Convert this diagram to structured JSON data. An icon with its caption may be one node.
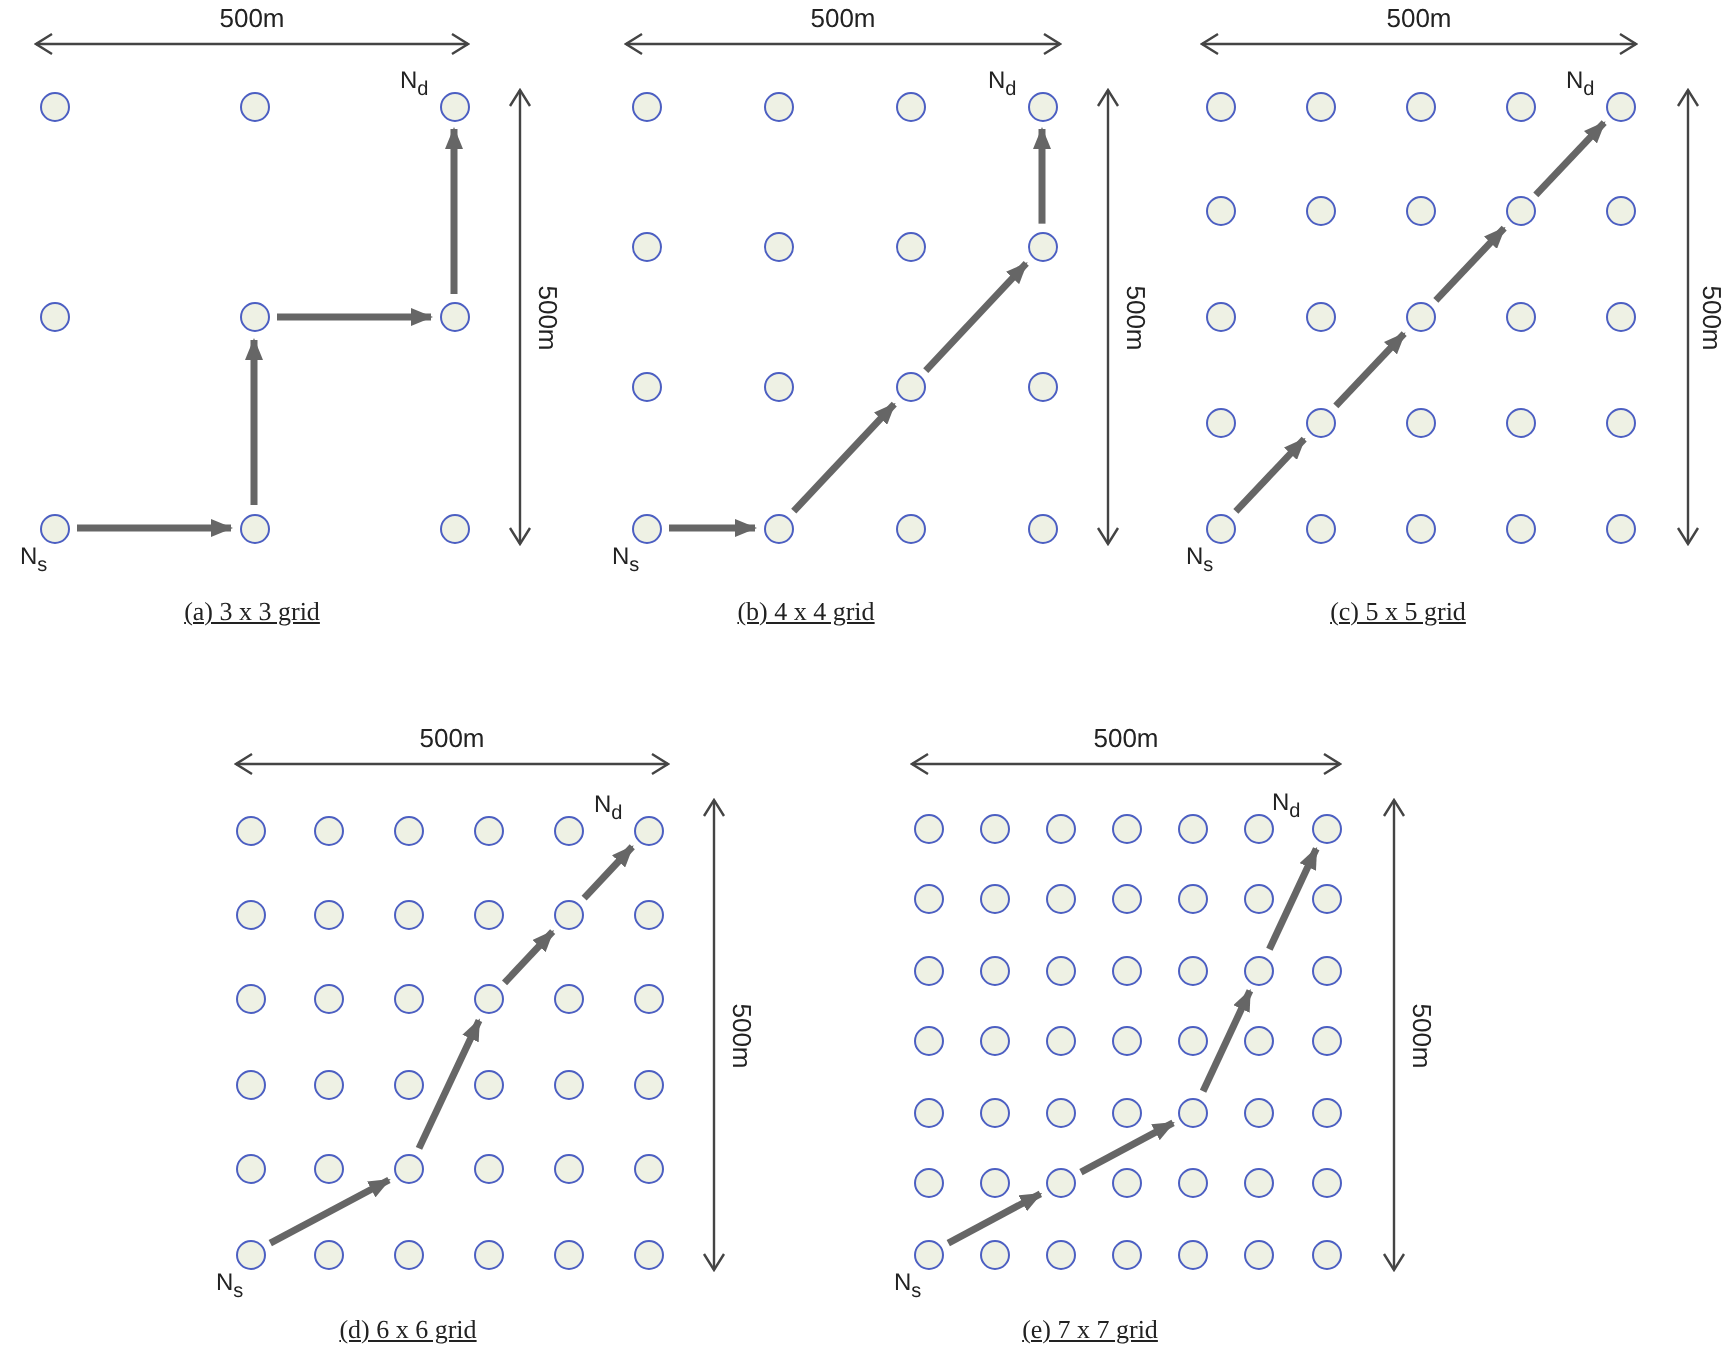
{
  "diagram": {
    "nodes": [
      {
        "text": [],
        "shape": "circle"
      },
      {
        "text": [],
        "shape": "circle"
      },
      {
        "text": [],
        "shape": "circle",
        "beside": [
          "N$_{d}$"
        ]
      },
      {
        "text": [],
        "shape": "circle"
      },
      {
        "text": [],
        "shape": "circle"
      },
      {
        "text": [],
        "shape": "circle"
      },
      {
        "text": [],
        "shape": "circle",
        "beside": [
          "N$_{s}$"
        ]
      },
      {
        "text": [],
        "shape": "circle"
      },
      {
        "text": [],
        "shape": "circle"
      },
      {
        "text": [],
        "shape": "circle"
      },
      {
        "text": [],
        "shape": "circle"
      },
      {
        "text": [],
        "shape": "circle"
      },
      {
        "text": [],
        "shape": "circle",
        "beside": [
          "N$_{d}$"
        ]
      },
      {
        "text": [],
        "shape": "circle"
      },
      {
        "text": [],
        "shape": "circle"
      },
      {
        "text": [],
        "shape": "circle"
      },
      {
        "text": [],
        "shape": "circle"
      },
      {
        "text": [],
        "shape": "circle"
      },
      {
        "text": [],
        "shape": "circle"
      },
      {
        "text": [],
        "shape": "circle"
      },
      {
        "text": [],
        "shape": "circle"
      },
      {
        "text": [],
        "shape": "circle",
        "beside": [
          "N$_{s}$"
        ]
      },
      {
        "text": [],
        "shape": "circle"
      },
      {
        "text": [],
        "shape": "circle"
      },
      {
        "text": [],
        "shape": "circle"
      },
      {
        "text": [],
        "shape": "circle"
      },
      {
        "text": [],
        "shape": "circle"
      },
      {
        "text": [],
        "shape": "circle"
      },
      {
        "text": [],
        "shape": "circle"
      },
      {
        "text": [],
        "shape": "circle",
        "beside": [
          "N$_{d}$"
        ]
      },
      {
        "text": [],
        "shape": "circle"
      },
      {
        "text": [],
        "shape": "circle"
      },
      {
        "text": [],
        "shape": "circle"
      },
      {
        "text": [],
        "shape": "circle"
      },
      {
        "text": [],
        "shape": "circle"
      },
      {
        "text": [],
        "shape": "circle"
      },
      {
        "text": [],
        "shape": "circle"
      },
      {
        "text": [],
        "shape": "circle"
      },
      {
        "text": [],
        "shape": "circle"
      },
      {
        "text": [],
        "shape": "circle"
      },
      {
        "text": [],
        "shape": "circle"
      },
      {
        "text": [],
        "shape": "circle"
      },
      {
        "text": [],
        "shape": "circle"
      },
      {
        "text": [],
        "shape": "circle"
      },
      {
        "text": [],
        "shape": "circle"
      },
      {
        "text": [],
        "shape": "circle",
        "beside": [
          "N$_{s}$"
        ]
      },
      {
        "text": [],
        "shape": "circle"
      },
      {
        "text": [],
        "shape": "circle"
      },
      {
        "text": [],
        "shape": "circle"
      },
      {
        "text": [],
        "shape": "circle"
      },
      {
        "text": [],
        "shape": "circle"
      },
      {
        "text": [],
        "shape": "circle"
      },
      {
        "text": [],
        "shape": "circle"
      },
      {
        "text": [],
        "shape": "circle"
      },
      {
        "text": [],
        "shape": "circle"
      },
      {
        "text": [],
        "shape": "circle",
        "beside": [
          "N$_{d}$"
        ]
      },
      {
        "text": [],
        "shape": "circle"
      },
      {
        "text": [],
        "shape": "circle"
      },
      {
        "text": [],
        "shape": "circle"
      },
      {
        "text": [],
        "shape": "circle"
      },
      {
        "text": [],
        "shape": "circle"
      },
      {
        "text": [],
        "shape": "circle"
      },
      {
        "text": [],
        "shape": "circle"
      },
      {
        "text": [],
        "shape": "circle"
      },
      {
        "text": [],
        "shape": "circle"
      },
      {
        "text": [],
        "shape": "circle"
      },
      {
        "text": [],
        "shape": "circle"
      },
      {
        "text": [],
        "shape": "circle"
      },
      {
        "text": [],
        "shape": "circle"
      },
      {
        "text": [],
        "shape": "circle"
      },
      {
        "text": [],
        "shape": "circle"
      },
      {
        "text": [],
        "shape": "circle"
      },
      {
        "text": [],
        "shape": "circle"
      },
      {
        "text": [],
        "shape": "circle"
      },
      {
        "text": [],
        "shape": "circle"
      },
      {
        "text": [],
        "shape": "circle"
      },
      {
        "text": [],
        "shape": "circle"
      },
      {
        "text": [],
        "shape": "circle"
      },
      {
        "text": [],
        "shape": "circle"
      },
      {
        "text": [],
        "shape": "circle"
      },
      {
        "text": [],
        "shape": "circle",
        "beside": [
          "N$_{s}$"
        ]
      },
      {
        "text": [],
        "shape": "circle"
      },
      {
        "text": [],
        "shape": "circle"
      },
      {
        "text": [],
        "shape": "circle"
      },
      {
        "text": [],
        "shape": "circle"
      },
      {
        "text": [],
        "shape": "circle"
      },
      {
        "text": [],
        "shape": "circle"
      },
      {
        "text": [],
        "shape": "circle"
      },
      {
        "text": [],
        "shape": "circle"
      },
      {
        "text": [],
        "shape": "circle"
      },
      {
        "text": [],
        "shape": "circle"
      },
      {
        "text": [],
        "shape": "circle"
      },
      {
        "text": [],
        "shape": "circle",
        "beside": [
          "N$_{d}$"
        ]
      },
      {
        "text": [],
        "shape": "circle"
      },
      {
        "text": [],
        "shape": "circle"
      },
      {
        "text": [],
        "shape": "circle"
      },
      {
        "text": [],
        "shape": "circle"
      },
      {
        "text": [],
        "shape": "circle"
      },
      {
        "text": [],
        "shape": "circle"
      },
      {
        "text": [],
        "shape": "circle"
      },
      {
        "text": [],
        "shape": "circle"
      },
      {
        "text": [],
        "shape": "circle"
      },
      {
        "text": [],
        "shape": "circle"
      },
      {
        "text": [],
        "shape": "circle"
      },
      {
        "text": [],
        "shape": "circle"
      },
      {
        "text": [],
        "shape": "circle"
      },
      {
        "text": [],
        "shape": "circle"
      },
      {
        "text": [],
        "shape": "circle"
      },
      {
        "text": [],
        "shape": "circle"
      },
      {
        "text": [],
        "shape": "circle"
      },
      {
        "text": [],
        "shape": "circle"
      },
      {
        "text": [],
        "shape": "circle"
      },
      {
        "text": [],
        "shape": "circle"
      },
      {
        "text": [],
        "shape": "circle"
      },
      {
        "text": [],
        "shape": "circle"
      },
      {
        "text": [],
        "shape": "circle"
      },
      {
        "text": [],
        "shape": "circle"
      },
      {
        "text": [],
        "shape": "circle"
      },
      {
        "text": [],
        "shape": "circle"
      },
      {
        "text": [],
        "shape": "circle"
      },
      {
        "text": [],
        "shape": "circle"
      },
      {
        "text": [],
        "shape": "circle"
      },
      {
        "text": [],
        "shape": "circle"
      },
      {
        "text": [],
        "shape": "circle"
      },
      {
        "text": [],
        "shape": "circle"
      },
      {
        "text": [],
        "shape": "circle"
      },
      {
        "text": [],
        "shape": "circle"
      },
      {
        "text": [],
        "shape": "circle"
      },
      {
        "text": [],
        "shape": "circle",
        "beside": [
          "N$_{s}$"
        ]
      },
      {
        "text": [],
        "shape": "circle"
      },
      {
        "text": [],
        "shape": "circle"
      },
      {
        "text": [],
        "shape": "circle"
      },
      {
        "text": [],
        "shape": "circle"
      },
      {
        "text": [],
        "shape": "circle"
      },
      {
        "text": [],
        "shape": "circle"
      }
    ],
    "edges": [
      {
        "from": 6,
        "to": 7,
        "arrow": "to"
      },
      {
        "from": 7,
        "to": 4,
        "arrow": "to"
      },
      {
        "from": 4,
        "to": 5,
        "arrow": "to"
      },
      {
        "from": 5,
        "to": 2,
        "arrow": "to"
      },
      {
        "from": 21,
        "to": 22,
        "arrow": "to"
      },
      {
        "from": 22,
        "to": 19,
        "arrow": "to"
      },
      {
        "from": 19,
        "to": 16,
        "arrow": "to"
      },
      {
        "from": 16,
        "to": 12,
        "arrow": "to"
      },
      {
        "from": 45,
        "to": 41,
        "arrow": "to"
      },
      {
        "from": 41,
        "to": 37,
        "arrow": "to"
      },
      {
        "from": 37,
        "to": 33,
        "arrow": "to"
      },
      {
        "from": 33,
        "to": 29,
        "arrow": "to"
      },
      {
        "from": 80,
        "to": 76,
        "arrow": "to"
      },
      {
        "from": 76,
        "to": 65,
        "arrow": "to"
      },
      {
        "from": 65,
        "to": 60,
        "arrow": "to"
      },
      {
        "from": 60,
        "to": 55,
        "arrow": "to"
      },
      {
        "from": 128,
        "to": 123,
        "arrow": "to"
      },
      {
        "from": 123,
        "to": 118,
        "arrow": "to"
      },
      {
        "from": 118,
        "to": 105,
        "arrow": "to"
      },
      {
        "from": 105,
        "to": 92,
        "arrow": "to"
      }
    ],
    "labels": [
      "500m",
      "500m",
      "(a) 3 x 3 grid",
      "500m",
      "500m",
      "(b) 4 x 4 grid",
      "500m",
      "500m",
      "(c) 5 x 5 grid",
      "500m",
      "500m",
      "(d) 6 x 6 grid",
      "500m",
      "500m",
      "(e) 7 x 7 grid"
    ]
  }
}
